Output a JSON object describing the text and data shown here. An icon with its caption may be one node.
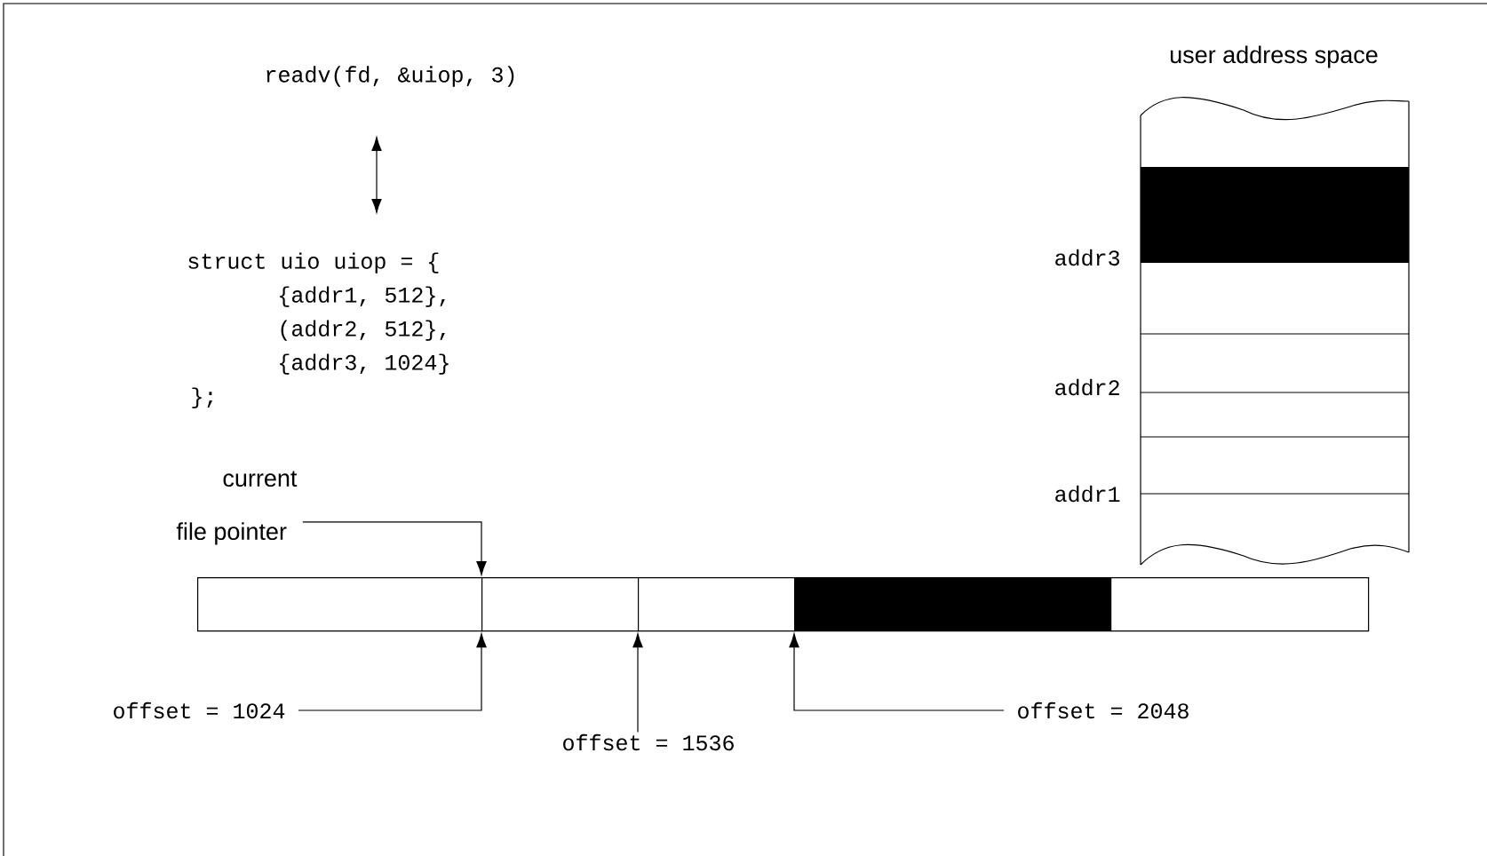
{
  "diagram": {
    "nodes": [
      {
        "text": [
          "readv(fd, &uiop, 3)"
        ]
      },
      {
        "text": [
          "struct uio uiop = {",
          "{addr1, 512},",
          "(addr2, 512},",
          "{addr3, 1024}",
          "};"
        ]
      },
      {
        "text": [
          "current",
          "file pointer"
        ]
      },
      {
        "text": [],
        "shape": "box"
      },
      {
        "text": [],
        "shape": "box"
      },
      {
        "text": [],
        "shape": "box"
      },
      {
        "text": [],
        "shape": "box"
      },
      {
        "text": [],
        "shape": "box"
      },
      {
        "text": [
          "offset = 1024"
        ]
      },
      {
        "text": [
          "offset = 1536"
        ]
      },
      {
        "text": [
          "offset = 2048"
        ]
      },
      {
        "text": [
          "user address space"
        ]
      }
    ],
    "edges": [
      {
        "from": 0,
        "to": 1,
        "arrow": "both"
      },
      {
        "from": 2,
        "to": 4,
        "arrow": "to"
      },
      {
        "from": 8,
        "to": 4,
        "arrow": "to"
      },
      {
        "from": 9,
        "to": 5,
        "arrow": "to"
      },
      {
        "from": 10,
        "to": 6,
        "arrow": "to"
      }
    ],
    "labels": [
      "addr3",
      "addr2",
      "addr1"
    ]
  }
}
